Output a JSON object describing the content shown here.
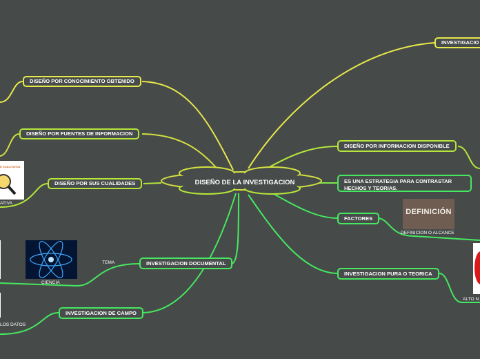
{
  "central": {
    "label": "DISEÑO DE LA INVESTIGACION"
  },
  "left_nodes": {
    "conocimiento": "DISEÑO POR CONOCIMIENTO OBTENIDO",
    "fuentes": "DISEÑO POR FUENTES DE INFORMACION",
    "cualidades": "DISEÑO POR SUS CUALIDADES",
    "documental": "INVESTIGACION DOCUMENTAL",
    "campo": "INVESTIGACION DE CAMPO"
  },
  "right_nodes": {
    "top": "INVESTIGACIO",
    "disponible": "DISEÑO POR INFORMACION DISPONIBLE",
    "estrategia": "ES UNA ESTRATEGIA PARA CONTRASTAR HECHOS Y TEORIAS.",
    "factores": "FACTORES",
    "pura": "INVESTIGACION PURA O TEORICA"
  },
  "labels": {
    "tema": "TEMA",
    "ciencia": "CIENCIA",
    "cualitativa": "ATIVA",
    "datos": "LOS DATOS",
    "definicion": "DEFINICION O ALCANCE",
    "alto": "ALTO N"
  },
  "image_text": {
    "definicion": "DEFINICIÓN",
    "cualitativa": "E CUALITATIVA"
  },
  "colors": {
    "background": "#464b4a",
    "yellow": "#e8e84a",
    "lime": "#b6e63a",
    "green": "#46e860"
  }
}
